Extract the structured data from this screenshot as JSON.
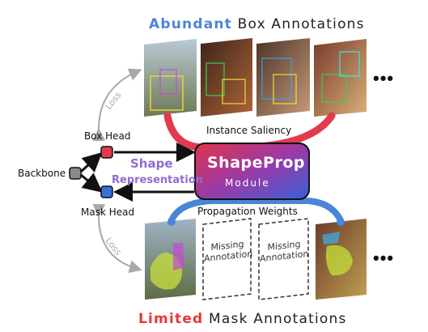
{
  "title_top": {
    "highlight": "Abundant",
    "rest": "Box Annotations"
  },
  "title_bottom": {
    "highlight": "Limited",
    "rest": "Mask Annotations"
  },
  "labels": {
    "instance_saliency": "Instance Saliency",
    "propagation_weights": "Propagation Weights",
    "box_head": "Box Head",
    "mask_head": "Mask Head",
    "backbone": "Backbone",
    "shape": "Shape",
    "representation": "Representation",
    "loss_top": "Loss",
    "loss_bottom": "Loss"
  },
  "module": {
    "title": "ShapeProp",
    "subtitle": "Module"
  },
  "missing": [
    {
      "line1": "Missing",
      "line2": "Annotation"
    },
    {
      "line1": "Missing",
      "line2": "Annotation"
    }
  ],
  "ellipsis_top": "•••",
  "ellipsis_bottom": "•••",
  "colors": {
    "blue": "#4a86d6",
    "red": "#e23a3a",
    "purple": "#8d6fd1",
    "gray": "#a9a9a9"
  }
}
